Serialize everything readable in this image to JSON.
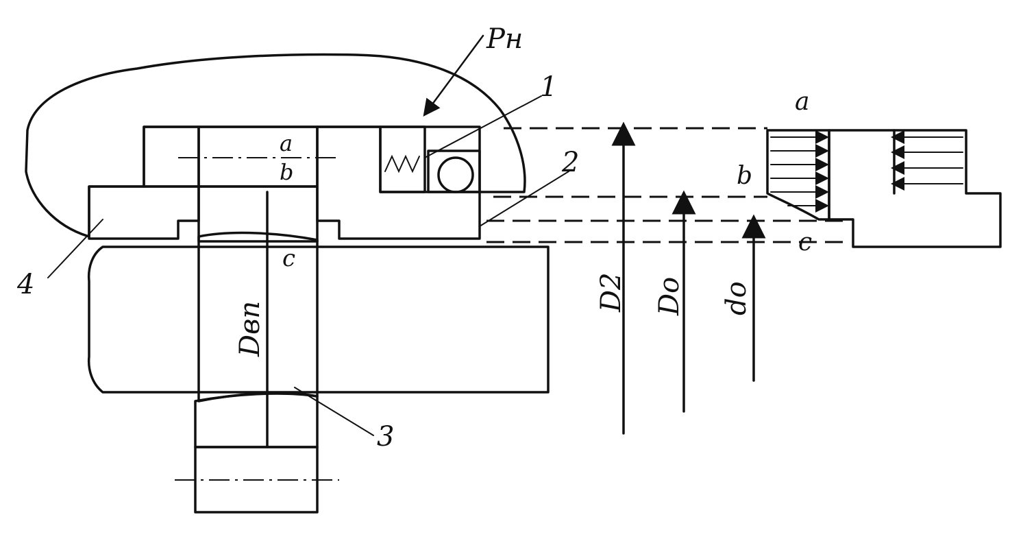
{
  "labels": {
    "pressure": "Pн",
    "part1": "1",
    "part2": "2",
    "part3": "3",
    "part4": "4",
    "a_left": "a",
    "b_left": "b",
    "c_left": "c",
    "a_right": "a",
    "b_right": "b",
    "c_right": "c",
    "d_vp": "Dвп",
    "d2": "D2",
    "d0": "Do",
    "d_small": "do"
  },
  "colors": {
    "ink": "#111111",
    "paper": "#ffffff"
  }
}
